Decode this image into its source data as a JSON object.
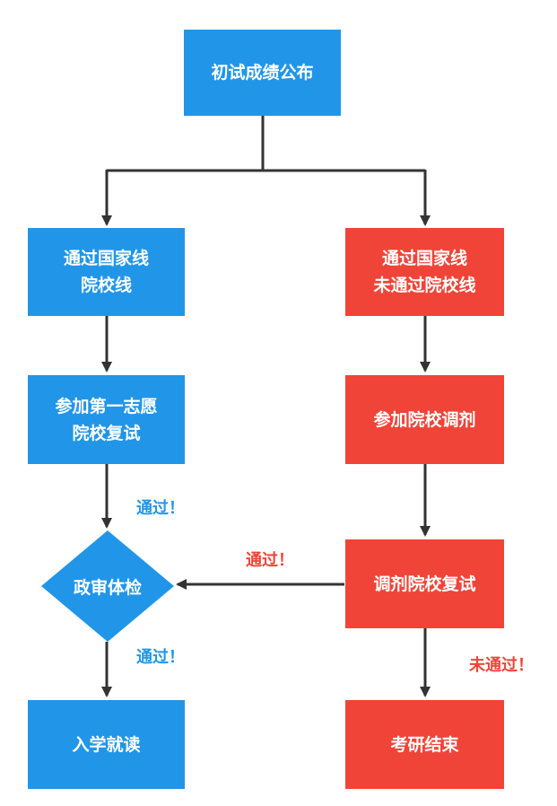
{
  "colors": {
    "blue": "#2196e8",
    "red": "#f04438",
    "line": "#333333"
  },
  "nodes": {
    "start": "初试成绩公布",
    "pass_line": [
      "通过国家线",
      "院校线"
    ],
    "pass_national_only": [
      "通过国家线",
      "未通过院校线"
    ],
    "first_choice_retest": [
      "参加第一志愿",
      "院校复试"
    ],
    "transfer": "参加院校调剂",
    "transfer_retest": "调剂院校复试",
    "political_check": "政审体检",
    "enroll": "入学就读",
    "end": "考研结束"
  },
  "edge_labels": {
    "pass_first": "通过！",
    "pass_transfer": "通过！",
    "pass_check": "通过！",
    "fail_transfer": "未通过！"
  }
}
